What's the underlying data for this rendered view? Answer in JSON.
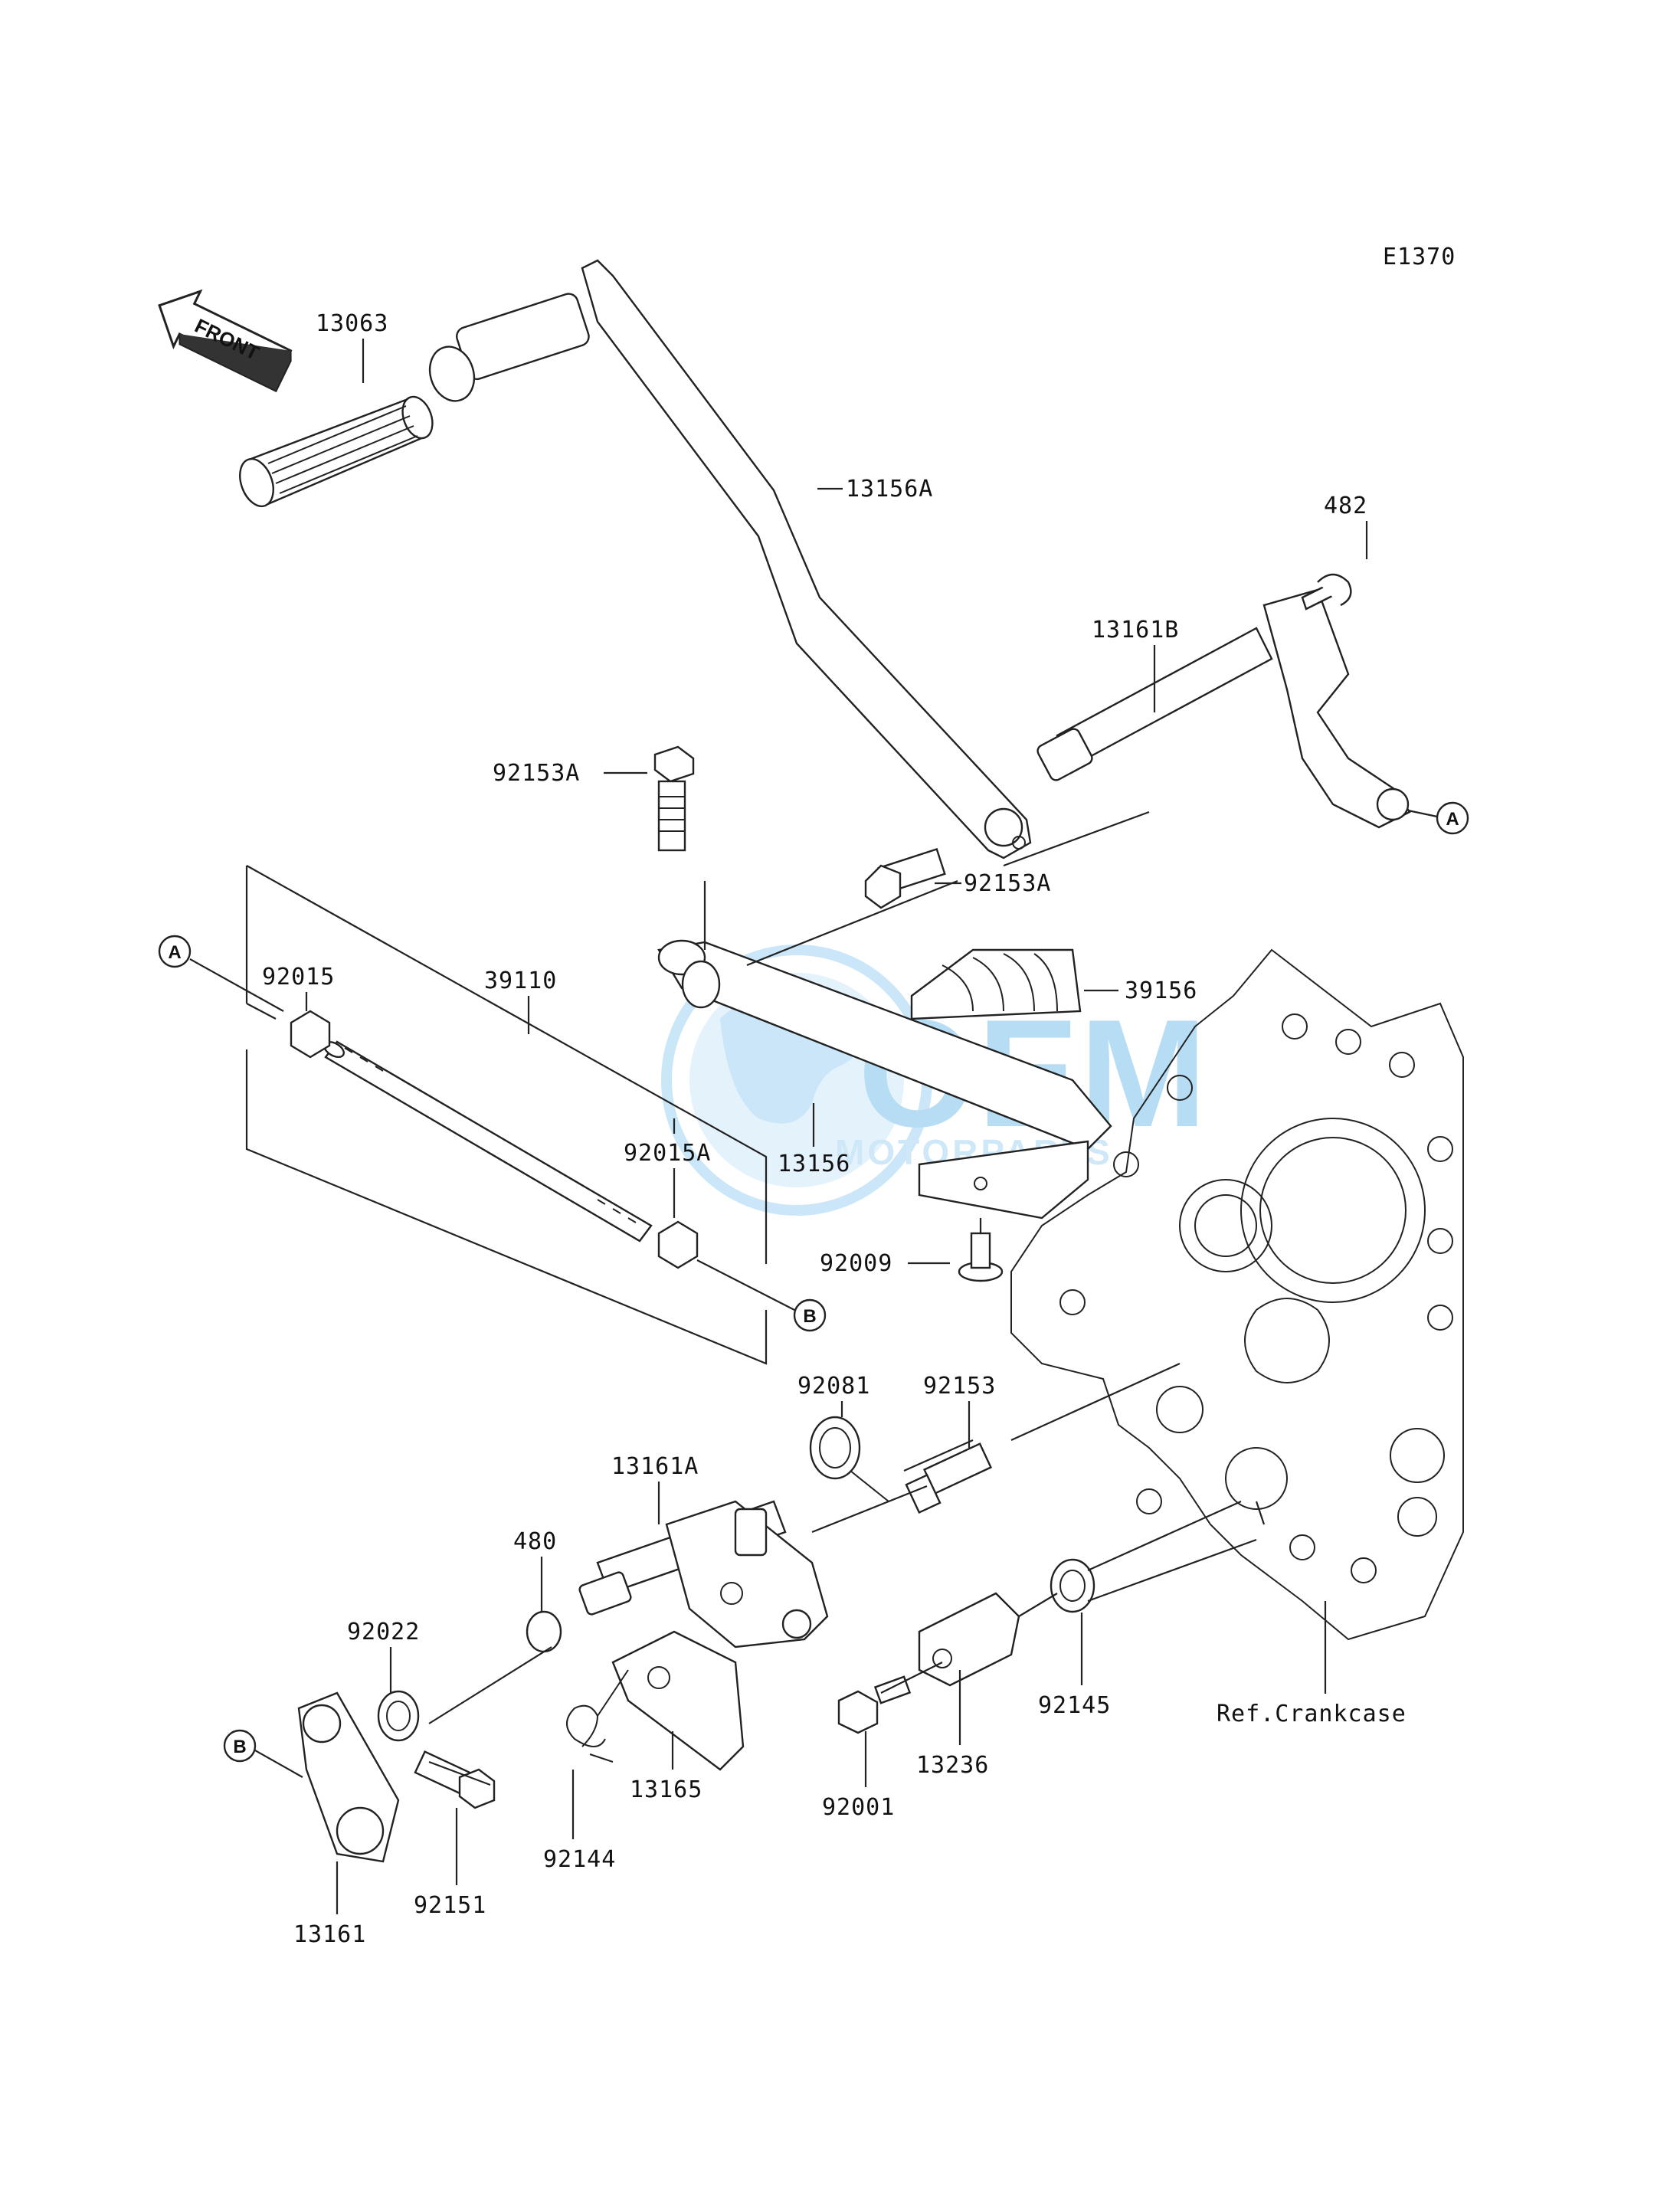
{
  "diagram_code": "E1370",
  "front_arrow_text": "FRONT",
  "watermark": {
    "brand": "OEM",
    "tagline": "MOTORPARTS",
    "color": "#7ec3ee"
  },
  "reference_label": "Ref.Crankcase",
  "ref_circles": {
    "A": "A",
    "B": "B"
  },
  "parts": [
    "13063",
    "13156A",
    "482",
    "13161B",
    "92153A",
    "92153A",
    "92015",
    "39110",
    "39156",
    "13156",
    "92015A",
    "92009",
    "92081",
    "92153",
    "13161A",
    "480",
    "92022",
    "92145",
    "13236",
    "92001",
    "13165",
    "92144",
    "92151",
    "13161"
  ]
}
